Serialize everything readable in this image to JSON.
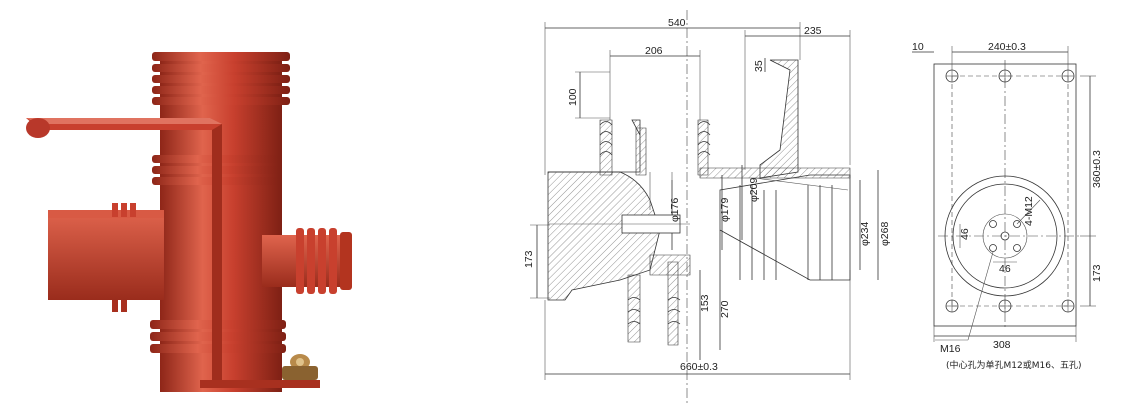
{
  "photo": {
    "colors": {
      "body": "#c8402e",
      "light": "#e0644d",
      "dark": "#8e2618",
      "brass": "#b88a4a"
    }
  },
  "section": {
    "dims": {
      "w540": "540",
      "w235": "235",
      "w206": "206",
      "h35": "35",
      "h100": "100",
      "d176": "φ176",
      "d179": "φ179",
      "d209": "φ209",
      "d234": "φ234",
      "d268": "φ268",
      "h173": "173",
      "h153": "153",
      "h270": "270",
      "w660": "660±0.3"
    }
  },
  "endview": {
    "dims": {
      "w10": "10",
      "w240": "240±0.3",
      "h360": "360±0.3",
      "h173": "173",
      "w308": "308",
      "d46a": "46",
      "d46b": "46",
      "m12": "4-M12",
      "m16": "M16"
    },
    "note": "(中心孔为单孔M12或M16、五孔)"
  }
}
